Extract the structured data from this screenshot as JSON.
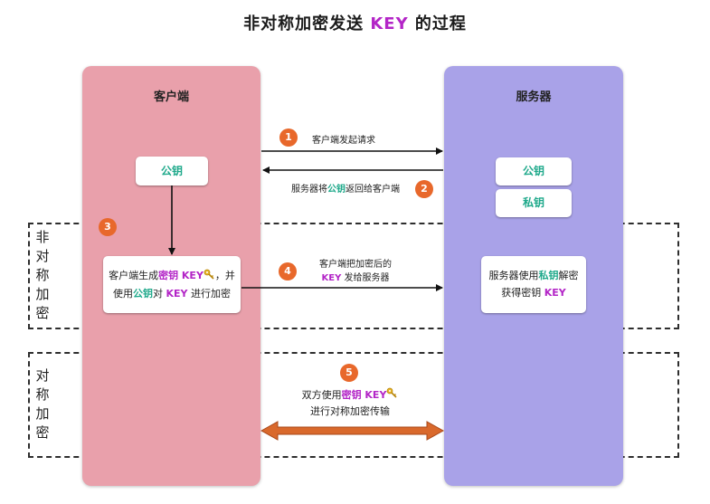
{
  "title": {
    "prefix": "非对称加密发送 ",
    "key": "KEY",
    "suffix": " 的过程"
  },
  "sections": {
    "asymmetric_chars": [
      "非",
      "对",
      "称",
      "加",
      "密"
    ],
    "symmetric_chars": [
      "对",
      "称",
      "加",
      "密"
    ]
  },
  "client": {
    "title": "客户端",
    "public_key": "公钥",
    "gen_box": {
      "line1_a": "客户端生成",
      "line1_key": "密钥 KEY",
      "line1_b": "，并",
      "line2_a": "使用",
      "line2_pub": "公钥",
      "line2_b": "对 ",
      "line2_key": "KEY",
      "line2_c": " 进行加密"
    }
  },
  "server": {
    "title": "服务器",
    "public_key": "公钥",
    "private_key": "私钥",
    "decrypt_box": {
      "line1_a": "服务器使用",
      "line1_priv": "私钥",
      "line1_b": "解密",
      "line2_a": "获得密钥 ",
      "line2_key": "KEY"
    }
  },
  "steps": {
    "s1": {
      "num": "1",
      "text": "客户端发起请求"
    },
    "s2": {
      "num": "2",
      "text_a": "服务器将",
      "text_pub": "公钥",
      "text_b": "返回给客户端"
    },
    "s3": {
      "num": "3"
    },
    "s4": {
      "num": "4",
      "line1": "客户端把加密后的",
      "line2_key": "KEY",
      "line2_b": " 发给服务器"
    },
    "s5": {
      "num": "5",
      "line1_a": "双方使用",
      "line1_key": "密钥 KEY",
      "line2": "进行对称加密传输"
    }
  },
  "colors": {
    "client_panel": "#e9a0ab",
    "server_panel": "#a9a2e8",
    "badge": "#e8682b",
    "green_text": "#1fa98b",
    "purple_text": "#b325c7",
    "double_arrow": "#d9692c"
  },
  "icons": {
    "key_icon": "key-icon"
  }
}
